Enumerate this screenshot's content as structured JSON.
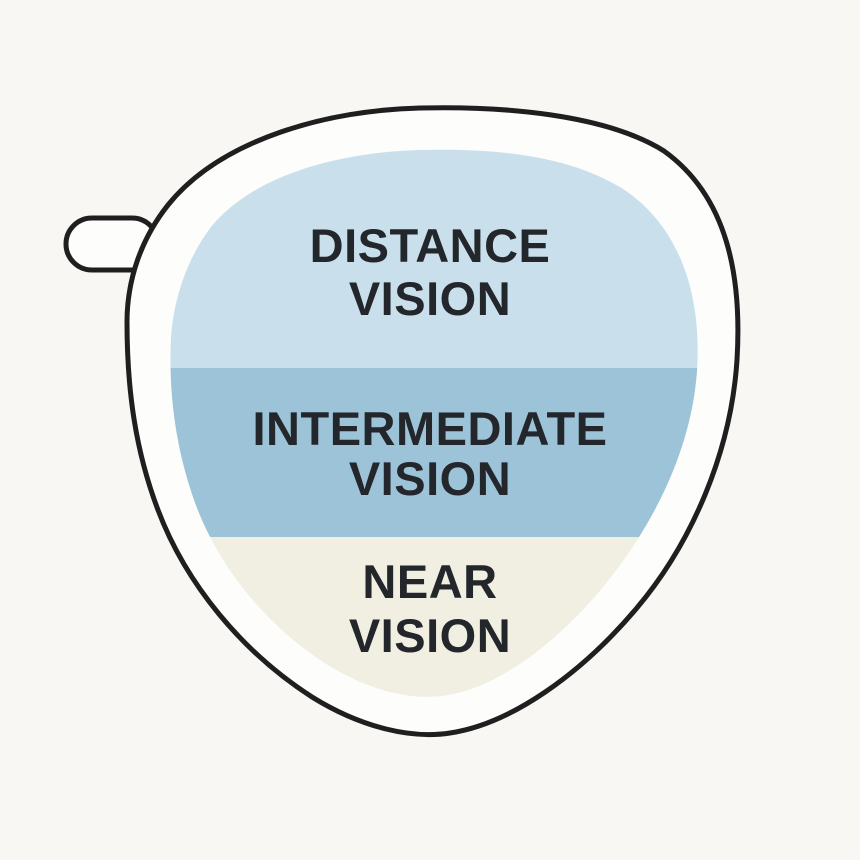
{
  "background_color": "#f8f7f4",
  "lens": {
    "outline_color": "#1f1f1f",
    "frame_fill": "#fdfdfb",
    "text_color": "#23262b",
    "zones": [
      {
        "id": "distance",
        "label_line1": "DISTANCE",
        "label_line2": "VISION",
        "color": "#c9e0ec"
      },
      {
        "id": "intermediate",
        "label_line1": "INTERMEDIATE",
        "label_line2": "VISION",
        "color": "#9cc3d8"
      },
      {
        "id": "near",
        "label_line1": "NEAR",
        "label_line2": "VISION",
        "color": "#f0efe2"
      }
    ]
  }
}
